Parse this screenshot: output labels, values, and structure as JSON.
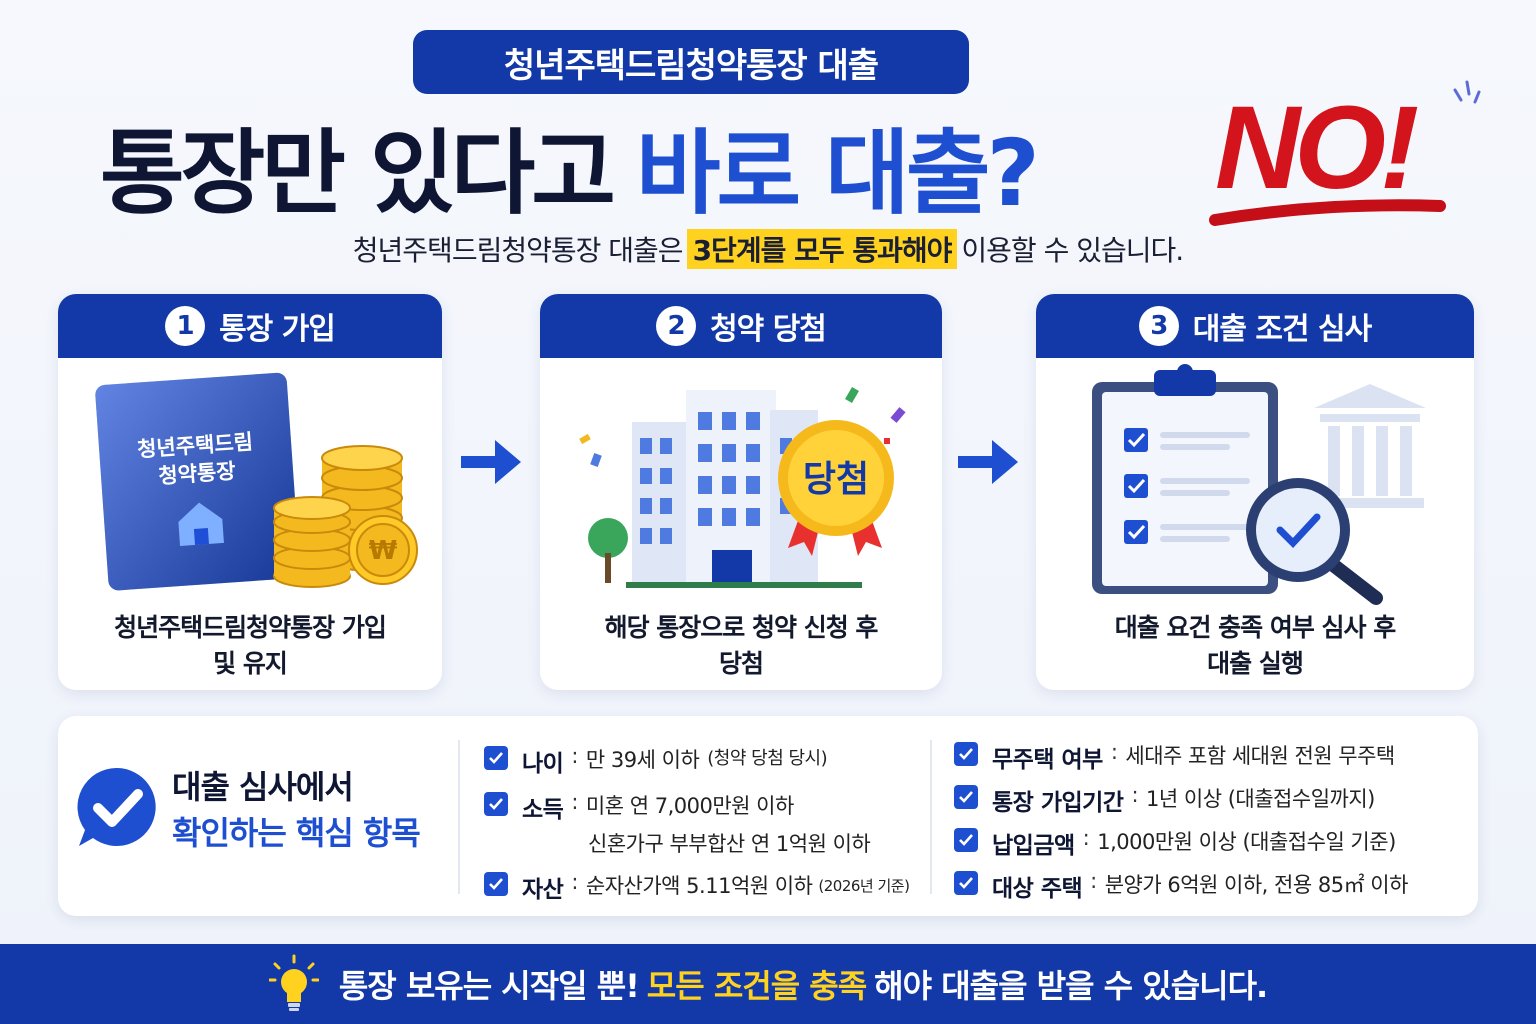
{
  "header": {
    "pill": "청년주택드림청약통장 대출",
    "headline_dark": "통장만 있다고",
    "headline_blue": "바로 대출?",
    "no_text": "NO!",
    "sub_before": "청년주택드림청약통장 대출은",
    "sub_highlight": "3단계를 모두 통과해야",
    "sub_after": "이용할 수 있습니다."
  },
  "steps": [
    {
      "num": "1",
      "title": "통장 가입",
      "card_line1": "청년주택드림",
      "card_line2": "청약통장",
      "coin_symbol": "₩",
      "caption_line1": "청년주택드림청약통장 가입",
      "caption_line2": "및 유지",
      "icon": "passbook-coins-icon"
    },
    {
      "num": "2",
      "title": "청약 당첨",
      "badge": "당첨",
      "caption_line1": "해당 통장으로 청약 신청 후",
      "caption_line2": "당첨",
      "icon": "building-badge-icon"
    },
    {
      "num": "3",
      "title": "대출 조건 심사",
      "caption_line1": "대출 요건 충족 여부 심사 후",
      "caption_line2": "대출 실행",
      "icon": "clipboard-magnifier-icon"
    }
  ],
  "checks": {
    "title_line1": "대출 심사에서",
    "title_line2": "확인하는 핵심 항목",
    "left": [
      {
        "label": "나이",
        "value": "만 39세 이하",
        "note": "(청약 당첨 당시)"
      },
      {
        "label": "소득",
        "value": "미혼 연 7,000만원 이하",
        "value2": "신혼가구 부부합산 연 1억원 이하"
      },
      {
        "label": "자산",
        "value": "순자산가액 5.11억원 이하",
        "note": "(2026년 기준)"
      }
    ],
    "right": [
      {
        "label": "무주택 여부",
        "value": "세대주 포함 세대원 전원 무주택"
      },
      {
        "label": "통장 가입기간",
        "value": "1년 이상 (대출접수일까지)"
      },
      {
        "label": "납입금액",
        "value": "1,000만원 이상 (대출접수일 기준)"
      },
      {
        "label": "대상 주택",
        "value": "분양가 6억원 이하, 전용 85㎡ 이하"
      }
    ],
    "separator": ":"
  },
  "footer": {
    "before": "통장 보유는 시작일 뿐!",
    "highlight": "모든 조건을 충족",
    "after": "해야 대출을 받을 수 있습니다."
  },
  "colors": {
    "navy": "#1339a8",
    "blue": "#1d4fd0",
    "highlight": "#ffd21f",
    "red": "#d4141c"
  }
}
